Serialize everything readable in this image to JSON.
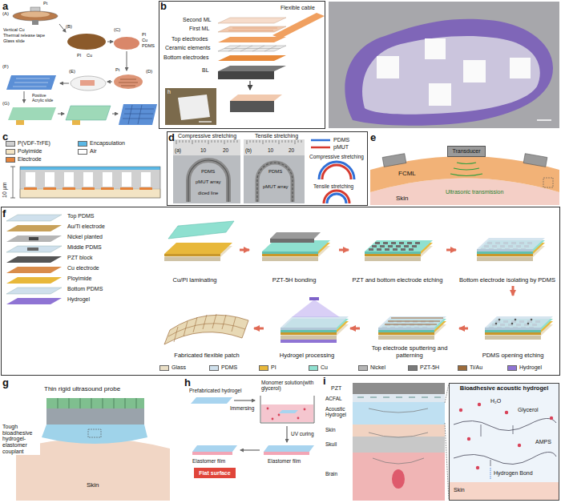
{
  "diagram": {
    "nodes": [
      {
        "text": [
          "Transducer"
        ]
      },
      {
        "text": [
          "Cu/PI laminating"
        ]
      },
      {
        "text": [
          "PZT-5H bonding"
        ]
      },
      {
        "text": [
          "PZT and bottom electrode etching"
        ]
      },
      {
        "text": [
          "Bottom electrode isolating by PDMS"
        ]
      },
      {
        "text": [
          "Fabricated flexible patch"
        ]
      },
      {
        "text": [
          "Hydrogel processing"
        ]
      },
      {
        "text": [
          "Top electrode sputtering and patterning"
        ]
      },
      {
        "text": [
          "PDMS opening etching"
        ]
      },
      {
        "text": [
          "Flat surface"
        ]
      },
      {
        "text": [
          "Bioadhesive acoustic hydrogel"
        ]
      }
    ],
    "edges": [
      {
        "from": 1,
        "to": 2,
        "arrow": "to"
      },
      {
        "from": 2,
        "to": 3,
        "arrow": "to"
      },
      {
        "from": 3,
        "to": 4,
        "arrow": "to"
      },
      {
        "from": 4,
        "to": 8,
        "arrow": "to"
      },
      {
        "from": 8,
        "to": 7,
        "arrow": "to"
      },
      {
        "from": 7,
        "to": 6,
        "arrow": "to"
      },
      {
        "from": 6,
        "to": 5,
        "arrow": "to"
      }
    ],
    "labels": [
      "a",
      "(A)",
      "Pt",
      "Vertical Cu",
      "Thermal release tape",
      "Glass slide",
      "(B)",
      "PI",
      "Cu",
      "(C)",
      "PI",
      "Cu",
      "PDMS",
      "(D)",
      "Pt",
      "(E)",
      "(F)",
      "Positive",
      "Acrylic slide",
      "(G)",
      "b",
      "Second ML",
      "First ML",
      "Top electrodes",
      "Ceramic elements",
      "Bottom electrodes",
      "BL",
      "Flexible cable",
      "h",
      "c",
      "10 μm",
      "d",
      "Compressive stretching",
      "Tensile stretching",
      "(a)",
      "10",
      "20",
      "(b)",
      "10",
      "20",
      "PDMS",
      "pMUT array",
      "diced line",
      "PDMS",
      "pMUT array",
      "Compressive stretching",
      "Tensile stretching",
      "e",
      "FCML",
      "Ultrasonic transmission",
      "Skin",
      "f",
      "Top PDMS",
      "Au/Ti electrode",
      "Nickel planted",
      "Middle PDMS",
      "PZT block",
      "Cu electrode",
      "Ployimide",
      "Bottom PDMS",
      "Hydrogel",
      "g",
      "Thin rigid ultrasound probe",
      "Tough bioadhesive hydrogel-elastomer couplant",
      "Skin",
      "h",
      "Prefabricated hydrogel",
      "Monomer solution(with glycerol)",
      "Immersing",
      "UV curing",
      "Elastomer film",
      "Elastomer film",
      "i",
      "PZT",
      "ACFAL",
      "Acoustic Hydrogel",
      "Skin",
      "Skull",
      "Brain",
      "H₂O",
      "Glycerol",
      "AMPS",
      "Hydrogen Bond",
      "Skin"
    ],
    "legend": [
      {
        "text": "P(VDF-TrFE)",
        "color": "#d0d0d0"
      },
      {
        "text": "Polyimide",
        "color": "#f3e4c4"
      },
      {
        "text": "Electrode",
        "color": "#e5833a"
      },
      {
        "text": "Encapsulation",
        "color": "#5ab8e6"
      },
      {
        "text": "Air",
        "color": "#ffffff"
      },
      {
        "text": "PDMS"
      },
      {
        "text": "pMUT"
      },
      {
        "text": "Glass",
        "color": "#eadfc6"
      },
      {
        "text": "PDMS",
        "color": "#cfe0ec"
      },
      {
        "text": "PI",
        "color": "#e8b83a"
      },
      {
        "text": "Cu",
        "color": "#8fe0d0"
      },
      {
        "text": "Nickel",
        "color": "#b5b5b5"
      },
      {
        "text": "PZT-5H",
        "color": "#7a7a7a"
      },
      {
        "text": "Ti/Au",
        "color": "#9c6b3a"
      },
      {
        "text": "Hydrogel",
        "color": "#8f74d4"
      }
    ]
  }
}
